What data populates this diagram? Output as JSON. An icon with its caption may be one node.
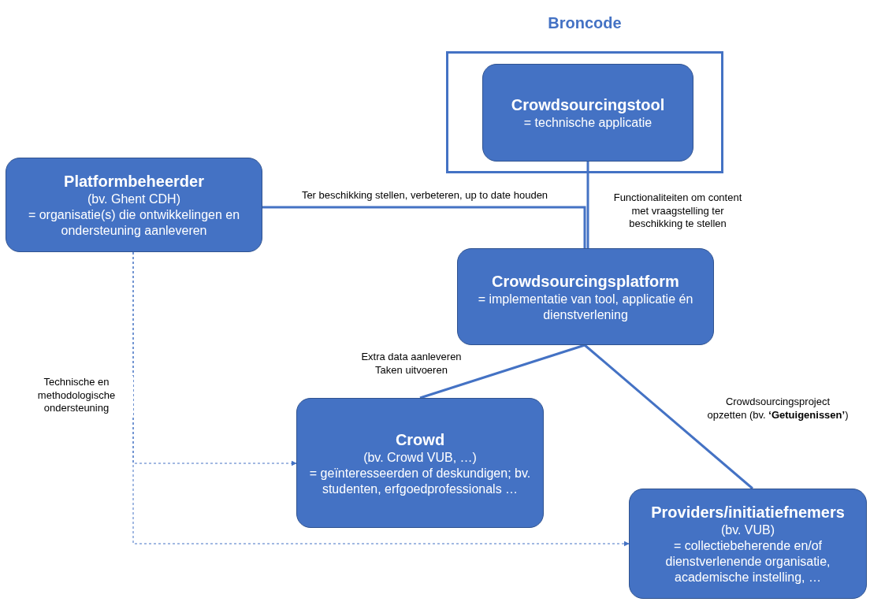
{
  "diagram": {
    "nodes": [
      {
        "text": [
          "Broncode"
        ]
      },
      {
        "text": [
          "Crowdsourcingstool",
          "= technische applicatie"
        ],
        "in": 0
      },
      {
        "text": [
          "Platformbeheerder",
          "(bv. Ghent CDH)",
          "= organisatie(s) die ontwikkelingen en ondersteuning aanleveren"
        ]
      },
      {
        "text": [
          "Crowdsourcingsplatform",
          "= implementatie van tool, applicatie én dienstverlening"
        ]
      },
      {
        "text": [
          "Crowd",
          "(bv. Crowd VUB, …)",
          "= geïnteresseerden of deskundigen; bv. studenten, erfgoedprofessionals …"
        ]
      },
      {
        "text": [
          "Providers/initiatiefnemers",
          "(bv. VUB)",
          "= collectiebeherende en/of dienstverlenende organisatie, academische instelling, …"
        ]
      }
    ],
    "edges": [
      {
        "from": 1,
        "to": 3,
        "arrow": "none",
        "label": "Functionaliteiten om content met vraagstelling ter beschikking te stellen"
      },
      {
        "from": 2,
        "to": 3,
        "arrow": "none",
        "label": "Ter beschikking stellen, verbeteren, up to date houden"
      },
      {
        "from": 3,
        "to": 4,
        "arrow": "none",
        "label": "Extra data aanleveren Taken uitvoeren"
      },
      {
        "from": 3,
        "to": 5,
        "arrow": "none",
        "label": "Crowdsourcingsproject opzetten (bv. **‘Getuigenissen’**)"
      },
      {
        "from": 2,
        "to": 4,
        "arrow": "to",
        "style": "dashed",
        "label": "Technische en methodologische ondersteuning"
      },
      {
        "from": 2,
        "to": 5,
        "arrow": "to",
        "style": "dashed"
      }
    ]
  }
}
